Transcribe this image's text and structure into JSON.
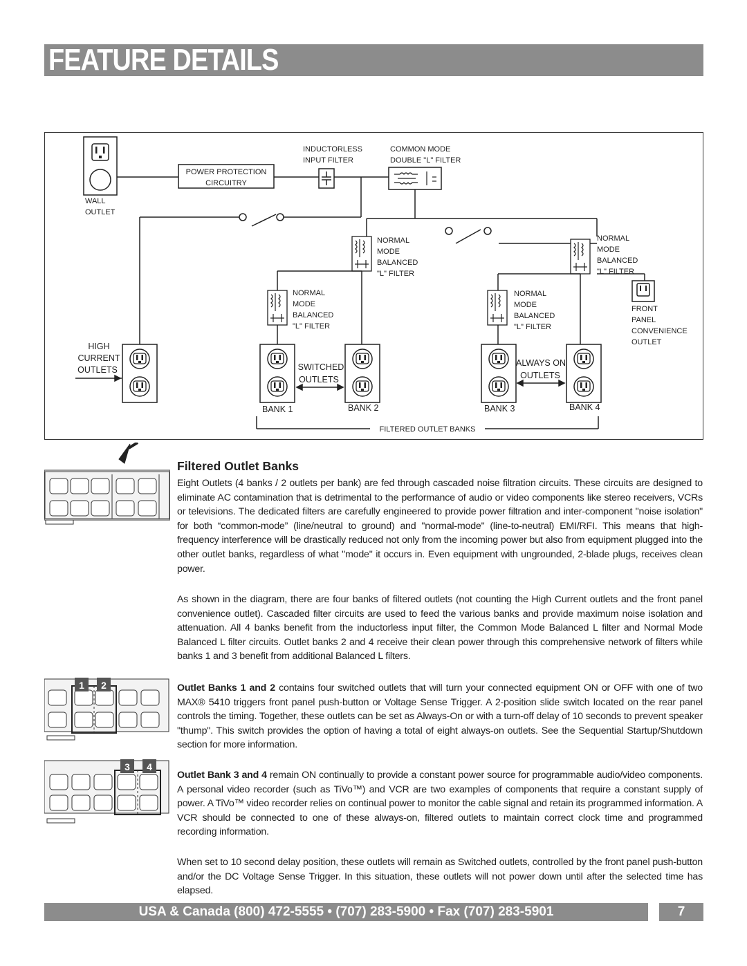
{
  "header": {
    "title": "FEATURE DETAILS"
  },
  "diagram": {
    "wall_outlet_l1": "WALL",
    "wall_outlet_l2": "OUTLET",
    "power_protection_l1": "POWER PROTECTION",
    "power_protection_l2": "CIRCUITRY",
    "inductorless_l1": "INDUCTORLESS",
    "inductorless_l2": "INPUT FILTER",
    "common_mode_l1": "COMMON MODE",
    "common_mode_l2": "DOUBLE \"L\" FILTER",
    "filter_l1": "NORMAL",
    "filter_l2": "MODE",
    "filter_l3": "BALANCED",
    "filter_l4": "\"L\" FILTER",
    "high_current_l1": "HIGH",
    "high_current_l2": "CURRENT",
    "high_current_l3": "OUTLETS",
    "switched_l1": "SWITCHED",
    "switched_l2": "OUTLETS",
    "always_on_l1": "ALWAYS ON",
    "always_on_l2": "OUTLETS",
    "front_panel_l1": "FRONT",
    "front_panel_l2": "PANEL",
    "front_panel_l3": "CONVENIENCE",
    "front_panel_l4": "OUTLET",
    "bank1": "BANK 1",
    "bank2": "BANK 2",
    "bank3": "BANK 3",
    "bank4": "BANK 4",
    "filtered_banks": "FILTERED OUTLET BANKS"
  },
  "section": {
    "heading": "Filtered Outlet Banks",
    "para1": "Eight Outlets (4 banks / 2 outlets per bank) are fed through cascaded noise filtration circuits. These circuits are designed to eliminate AC contamination that is detrimental to the performance of audio or video components like stereo receivers, VCRs or televisions. The dedicated filters are carefully engineered to provide power filtration and inter-component \"noise isolation\" for both “common-mode” (line/neutral to ground) and \"normal-mode\" (line-to-neutral) EMI/RFI. This means that high-frequency interference will be drastically reduced not only from the incoming power but also from equipment plugged into the other outlet banks, regardless of what \"mode\" it occurs in. Even equipment with ungrounded, 2-blade plugs, receives clean power.",
    "para2": "As shown in the diagram, there are four banks of filtered outlets (not counting the High Current outlets and the front panel convenience outlet). Cascaded filter circuits are used to feed the various banks and provide maximum noise isolation and attenuation.  All 4 banks benefit from the inductorless input filter, the Common Mode Balanced L filter and  Normal Mode Balanced L filter circuits.  Outlet banks 2 and 4 receive their clean power through this comprehensive network of filters while banks 1 and 3 benefit from additional Balanced L filters.",
    "para3_bold": "Outlet Banks 1 and 2",
    "para3": " contains four switched outlets that will turn your connected equipment ON or OFF with one of two MAX® 5410 triggers front panel push-button or Voltage Sense Trigger. A 2-position slide switch located on the rear panel controls the timing.  Together, these outlets can be set as Always-On or with a turn-off delay of 10 seconds to prevent speaker \"thump\". This switch provides the option of having a total of eight always-on outlets. See the Sequential Startup/Shutdown section for more information.",
    "para4_bold": "Outlet Bank 3 and 4",
    "para4": " remain ON continually to provide a constant power source for programmable audio/video components. A personal video recorder (such as TiVo™) and VCR are two examples of components that require a constant supply of power. A TiVo™ video recorder relies on continual power to monitor the cable signal and retain its programmed information. A VCR should be connected to one of these always-on, filtered outlets to maintain correct clock time and programmed recording information.",
    "para5": "When set to 10 second delay position, these outlets will remain as Switched outlets, controlled by the front panel push-button and/or the DC Voltage Sense Trigger. In this situation, these outlets will not power down until after the selected time has elapsed."
  },
  "thumbs": {
    "label1": "1",
    "label2": "2",
    "label3": "3",
    "label4": "4"
  },
  "footer": {
    "contact": "USA & Canada (800) 472-5555  •  (707) 283-5900  •  Fax (707) 283-5901",
    "page": "7"
  }
}
